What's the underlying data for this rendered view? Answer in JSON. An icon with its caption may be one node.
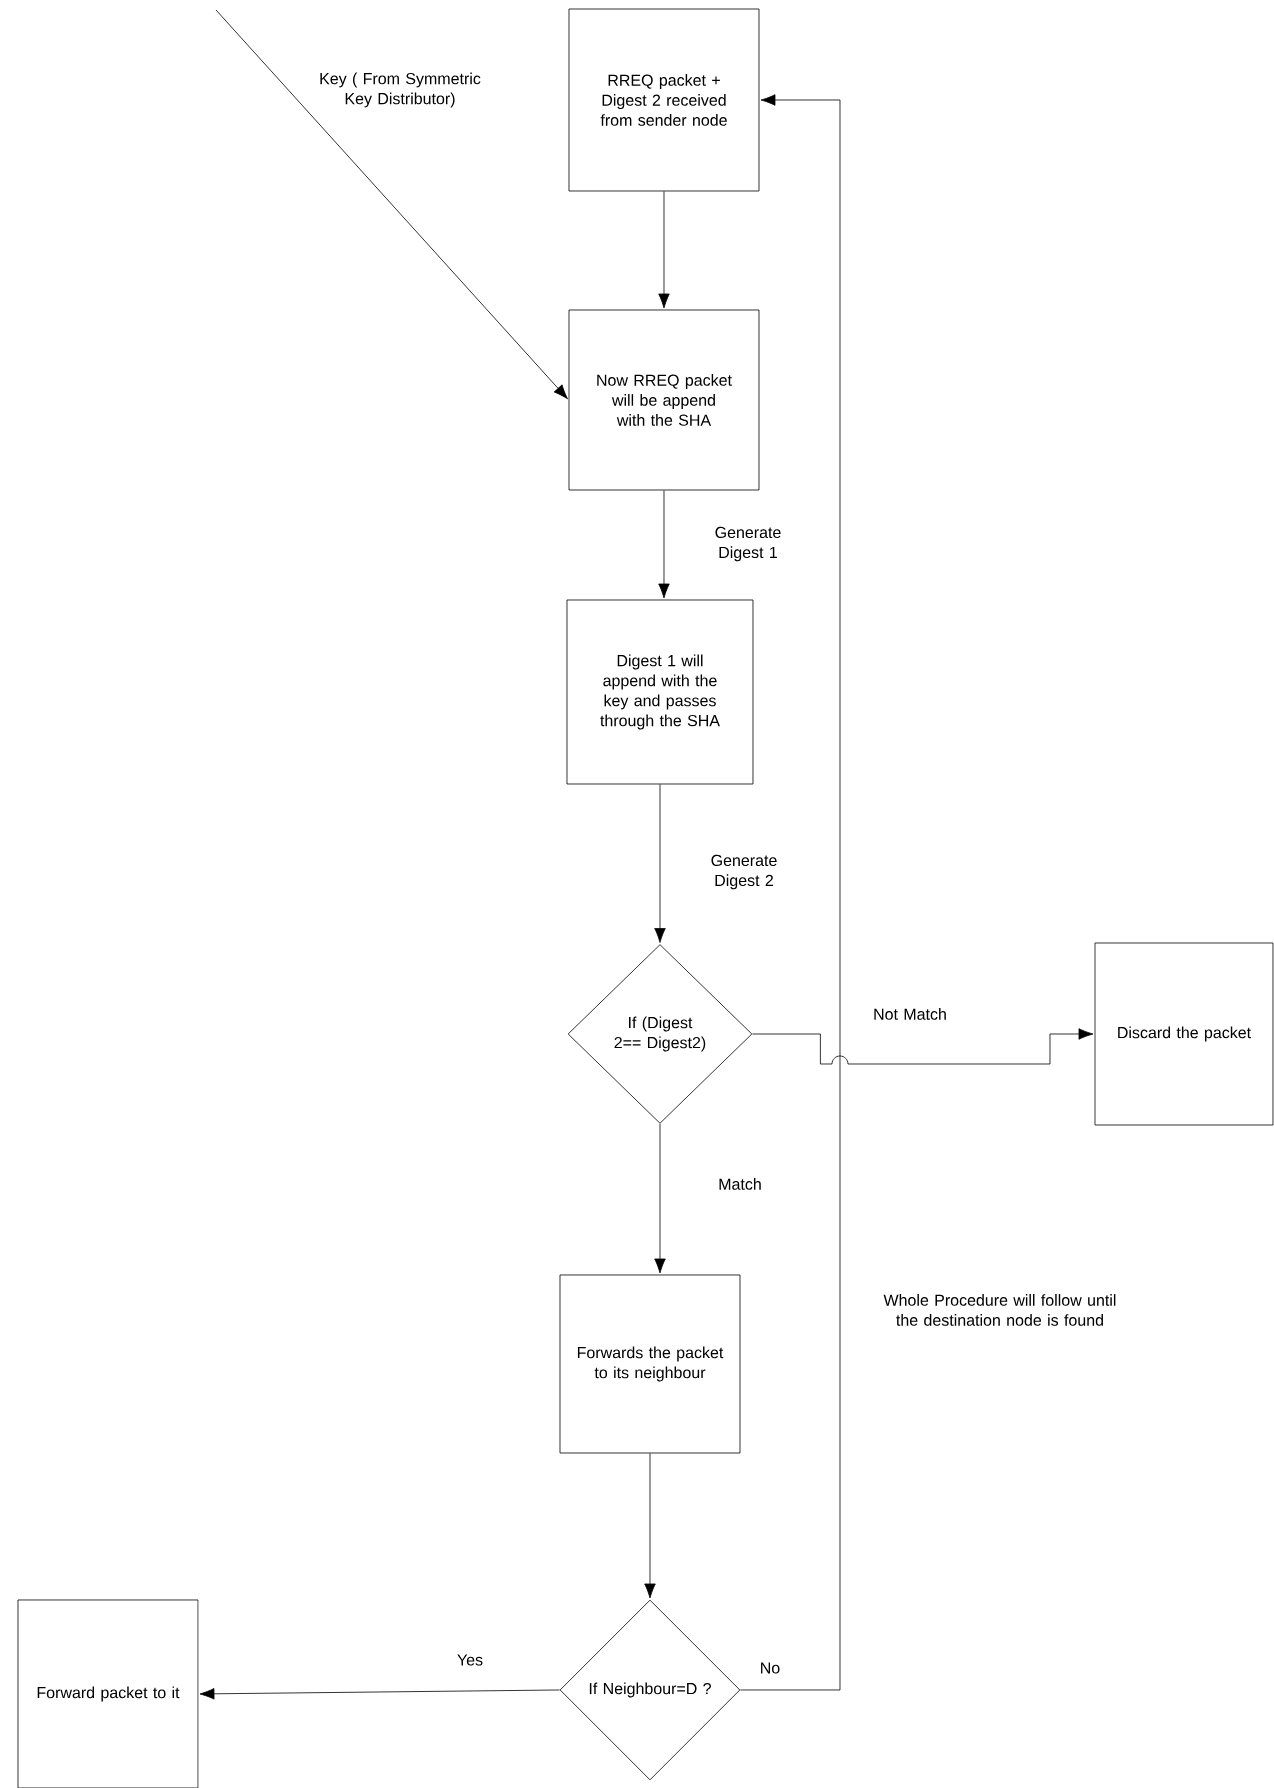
{
  "diagram": {
    "nodes": [
      {
        "text": [
          "RREQ packet + Digest 2 received from sender node"
        ]
      },
      {
        "text": [
          "Now RREQ packet will be append with the SHA"
        ]
      },
      {
        "text": [
          "Digest 1 will append with the key and passes through the SHA"
        ]
      },
      {
        "text": [
          "If (Digest 2== Digest2)"
        ]
      },
      {
        "text": [
          "Discard the packet"
        ]
      },
      {
        "text": [
          "Forwards the packet to its neighbour"
        ]
      },
      {
        "text": [
          "If Neighbour=D ?"
        ]
      },
      {
        "text": [
          "Forward packet to it"
        ]
      }
    ],
    "edges": [
      {
        "from": null,
        "to": 1,
        "arrow": "to",
        "label": "Key ( From Symmetric Key Distributor)"
      },
      {
        "from": 0,
        "to": 1,
        "arrow": "to"
      },
      {
        "from": 1,
        "to": 2,
        "arrow": "to",
        "label": "Generate Digest 1"
      },
      {
        "from": 2,
        "to": 3,
        "arrow": "to",
        "label": "Generate Digest 2"
      },
      {
        "from": 3,
        "to": 4,
        "arrow": "to",
        "label": "Not Match"
      },
      {
        "from": 3,
        "to": 5,
        "arrow": "to",
        "label": "Match"
      },
      {
        "from": 5,
        "to": 6,
        "arrow": "to"
      },
      {
        "from": 6,
        "to": 7,
        "arrow": "to",
        "label": "Yes"
      },
      {
        "from": 6,
        "to": 0,
        "arrow": "to",
        "label": "No"
      }
    ],
    "labels": [
      "Whole Procedure will follow until the destination node is found"
    ]
  }
}
